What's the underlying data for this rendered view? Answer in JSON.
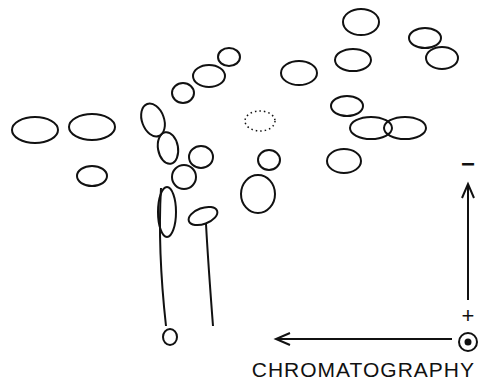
{
  "diagram": {
    "labels": [
      "−",
      "+",
      "CHROMATOGRAPHY"
    ]
  }
}
